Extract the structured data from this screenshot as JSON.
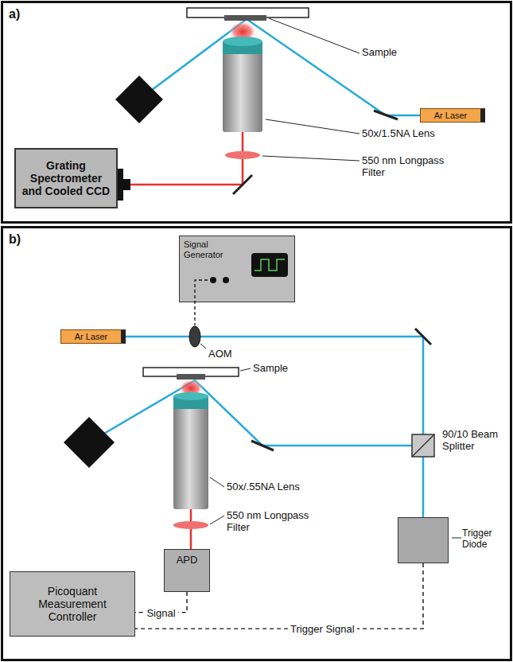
{
  "diagram": {
    "nodes": [
      {
        "text": [
          "a)"
        ]
      },
      {
        "text": [
          "Ar Laser"
        ],
        "in": 0
      },
      {
        "text": [
          "Grating Spectrometer and Cooled CCD"
        ],
        "in": 0
      },
      {
        "text": [
          "b)"
        ]
      },
      {
        "text": [
          "Signal Generator"
        ],
        "in": 3
      },
      {
        "text": [
          "Ar Laser"
        ],
        "in": 3
      },
      {
        "text": [
          "APD"
        ],
        "in": 3
      },
      {
        "text": [
          "Picoquant Measurement Controller"
        ],
        "in": 3
      },
      {
        "text": [
          "Trigger Diode"
        ],
        "in": 3
      }
    ],
    "edges": [
      {
        "from": 6,
        "to": 7,
        "label": "Signal",
        "arrow": "none"
      },
      {
        "from": 8,
        "to": 7,
        "label": "Trigger Signal",
        "arrow": "none"
      },
      {
        "from": 5,
        "to": 8,
        "arrow": "none"
      }
    ],
    "labels": [
      "Sample",
      "50x/1.5NA Lens",
      "550 nm Longpass Filter",
      "AOM",
      "Sample",
      "50x/.55NA Lens",
      "550 nm Longpass Filter",
      "90/10 Beam Splitter"
    ]
  }
}
